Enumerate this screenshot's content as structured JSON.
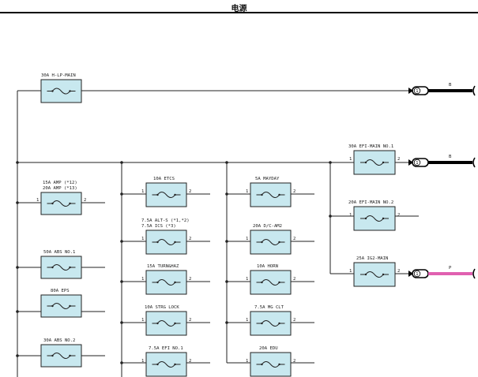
{
  "header": {
    "title": "电源"
  },
  "fuses": [
    {
      "id": "hld-main",
      "label_lines": [
        "30A H-LP-MAIN"
      ],
      "pins": [
        "",
        ""
      ]
    },
    {
      "id": "efi-main-1",
      "label_lines": [
        "30A EFI-MAIN NO.1"
      ],
      "pins": [
        "1",
        "2"
      ]
    },
    {
      "id": "efi-main-2",
      "label_lines": [
        "20A EFI-MAIN NO.2"
      ],
      "pins": [
        "1",
        "2"
      ]
    },
    {
      "id": "ig2-main",
      "label_lines": [
        "25A IG2-MAIN"
      ],
      "pins": [
        "1",
        "2"
      ]
    },
    {
      "id": "amp",
      "label_lines": [
        "15A AMP (*12)",
        "20A AMP (*13)"
      ],
      "pins": [
        "1",
        "2"
      ]
    },
    {
      "id": "abs-1",
      "label_lines": [
        "50A ABS NO.1"
      ],
      "pins": [
        "",
        ""
      ]
    },
    {
      "id": "eps",
      "label_lines": [
        "80A EPS"
      ],
      "pins": [
        "",
        ""
      ]
    },
    {
      "id": "abs-2",
      "label_lines": [
        "30A ABS NO.2"
      ],
      "pins": [
        "",
        ""
      ]
    },
    {
      "id": "etcs",
      "label_lines": [
        "10A ETCS"
      ],
      "pins": [
        "1",
        "2"
      ]
    },
    {
      "id": "alt-s",
      "label_lines": [
        "7.5A ALT-S (*1,*2)",
        "7.5A ICS (*3)"
      ],
      "pins": [
        "1",
        "2"
      ]
    },
    {
      "id": "turn-haz",
      "label_lines": [
        "15A TURN&HAZ"
      ],
      "pins": [
        "1",
        "2"
      ]
    },
    {
      "id": "strg-lock",
      "label_lines": [
        "10A STRG LOCK"
      ],
      "pins": [
        "1",
        "2"
      ]
    },
    {
      "id": "efi-1",
      "label_lines": [
        "7.5A EFI NO.1"
      ],
      "pins": [
        "1",
        "2"
      ]
    },
    {
      "id": "mayday",
      "label_lines": [
        "5A MAYDAY"
      ],
      "pins": [
        "1",
        "2"
      ]
    },
    {
      "id": "dc-am2",
      "label_lines": [
        "20A D/C-AM2"
      ],
      "pins": [
        "1",
        "2"
      ]
    },
    {
      "id": "horn",
      "label_lines": [
        "10A HORN"
      ],
      "pins": [
        "1",
        "2"
      ]
    },
    {
      "id": "mg-clt",
      "label_lines": [
        "7.5A MG CLT"
      ],
      "pins": [
        "1",
        "2"
      ]
    },
    {
      "id": "edu",
      "label_lines": [
        "20A EDU"
      ],
      "pins": [
        "1",
        "2"
      ]
    }
  ],
  "connectors": [
    {
      "id": "hld",
      "pin": "1",
      "wire_color_label": "B",
      "wire_color": "#000000"
    },
    {
      "id": "efi1",
      "pin": "1",
      "wire_color_label": "B",
      "wire_color": "#000000"
    },
    {
      "id": "ig2",
      "pin": "1",
      "wire_color_label": "P",
      "wire_color": "#e060b0"
    }
  ]
}
